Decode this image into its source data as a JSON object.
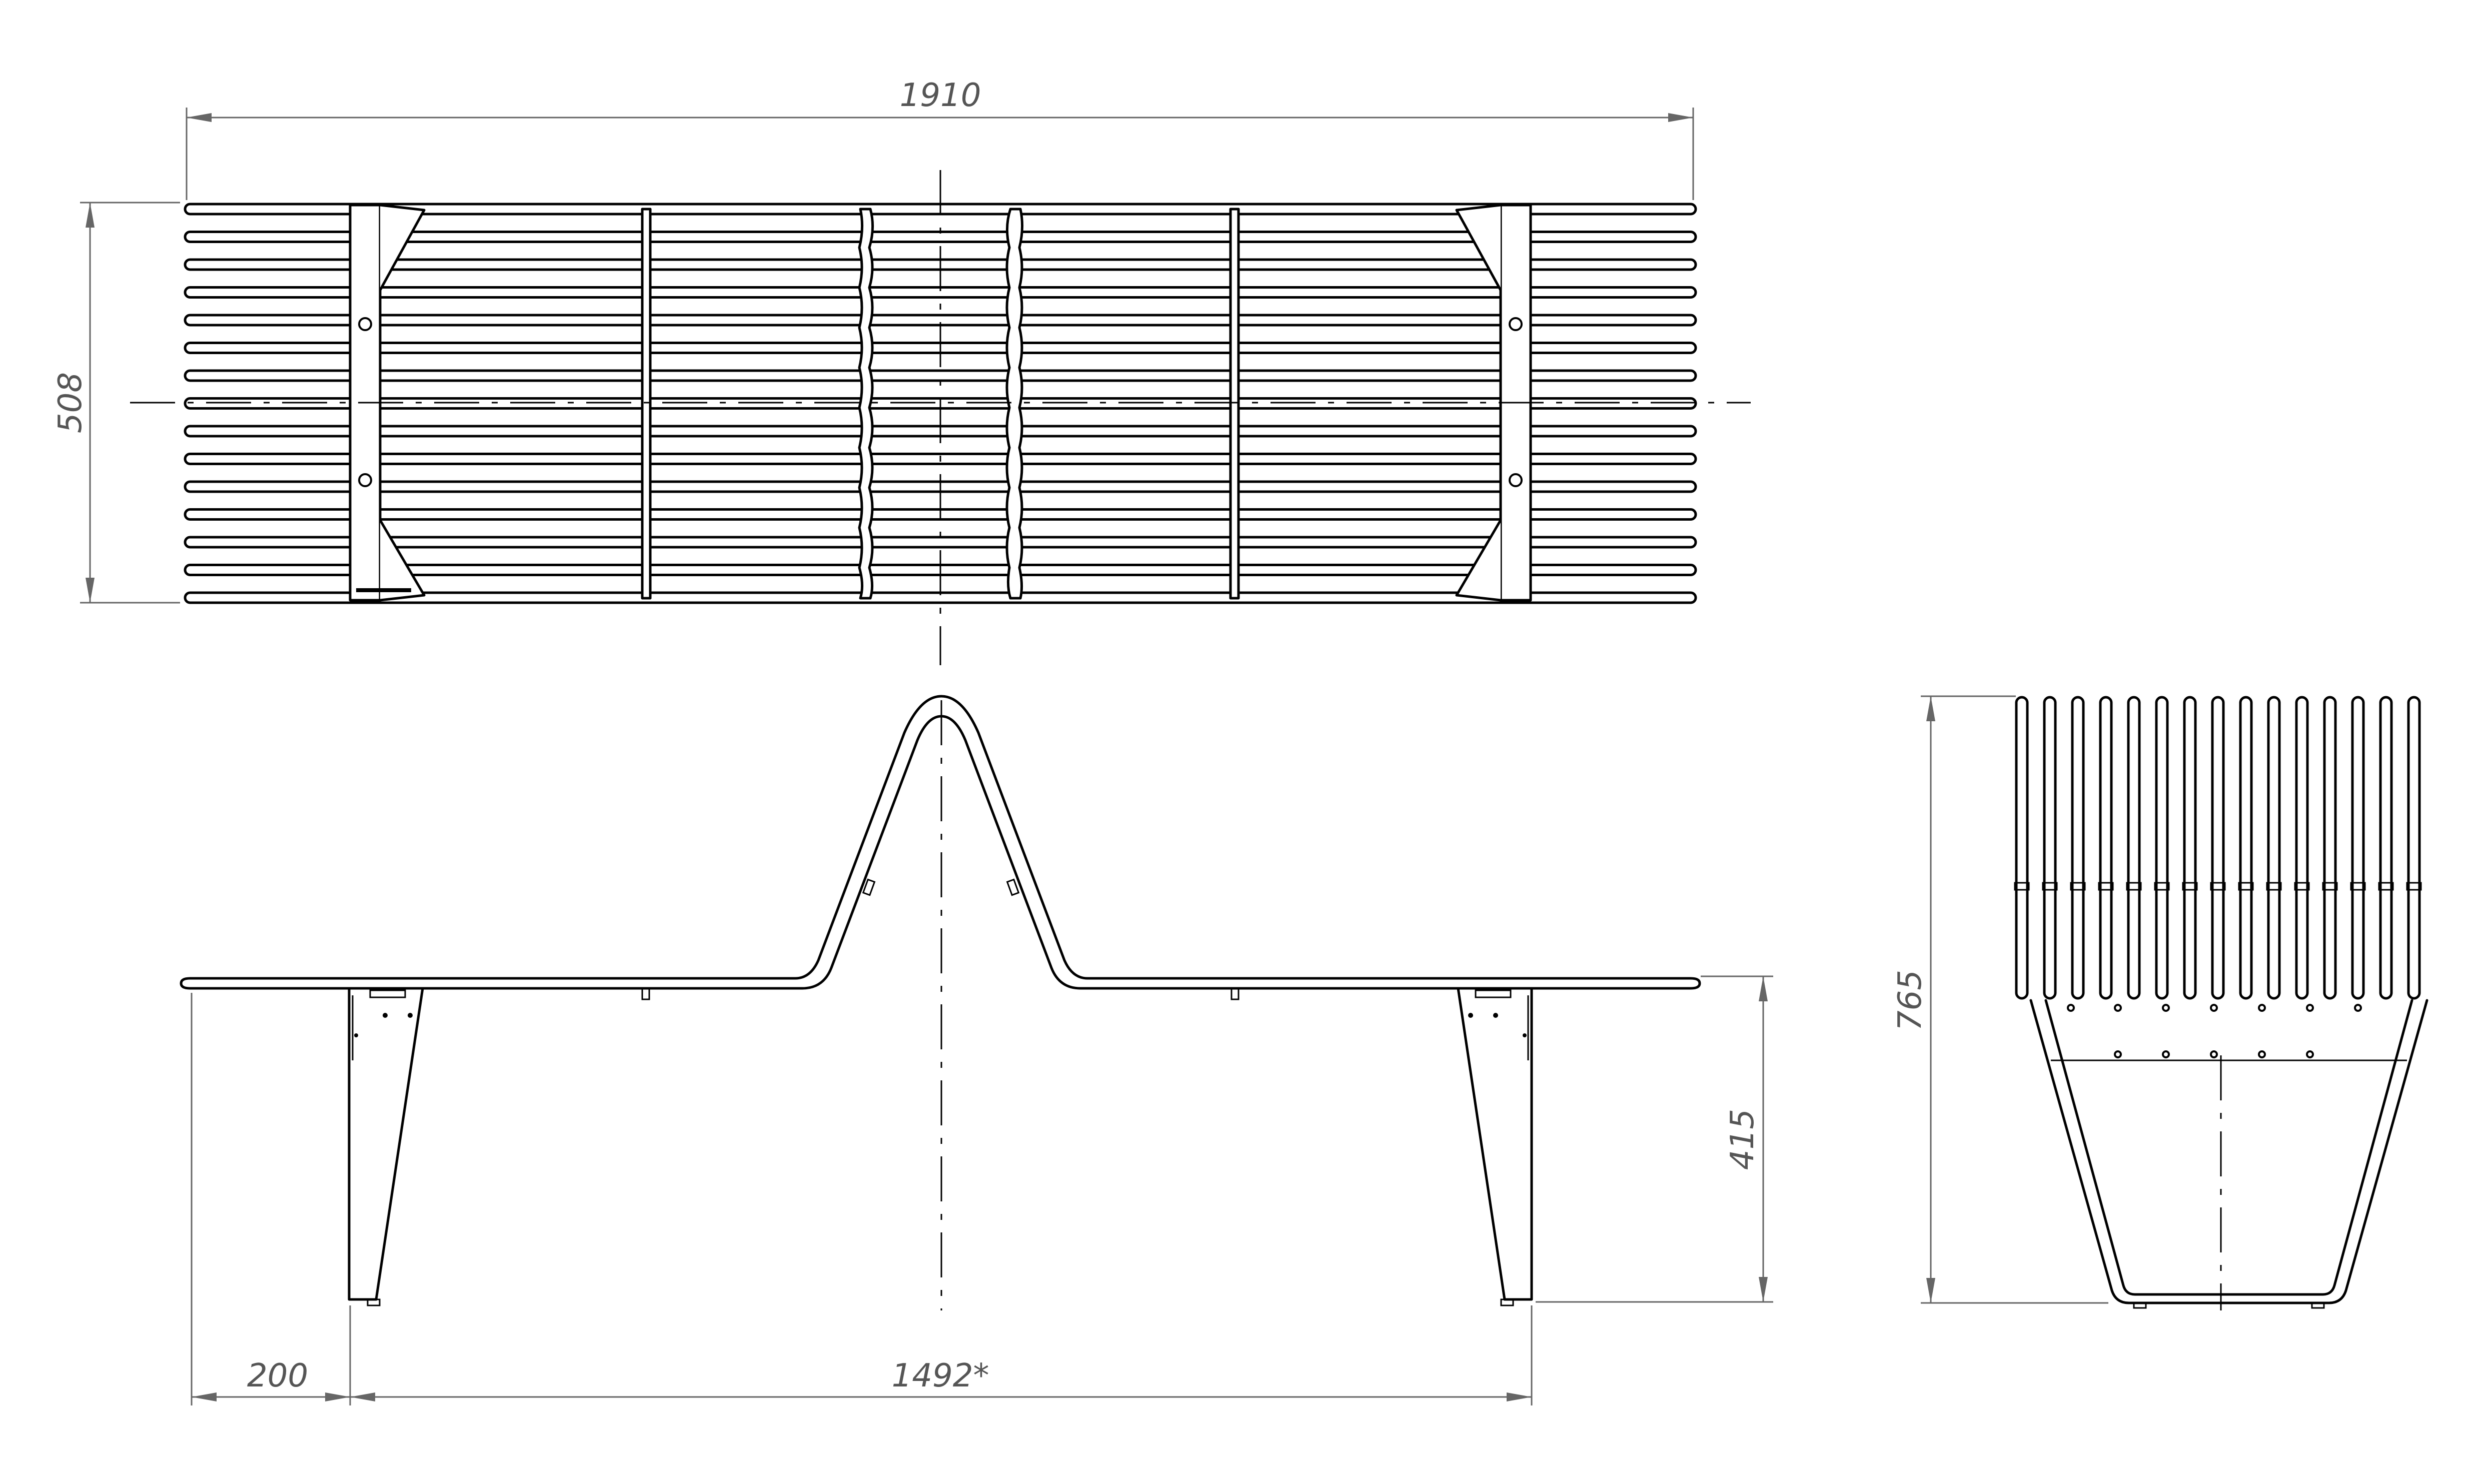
{
  "dimensions": {
    "overall_length": "1910",
    "overall_width": "508",
    "seat_height": "415",
    "overall_height": "765",
    "leg_offset": "200",
    "leg_spacing": "1492*"
  },
  "drawing": {
    "stroke_color": "#000000",
    "dimension_color": "#666666",
    "background": "#ffffff"
  }
}
